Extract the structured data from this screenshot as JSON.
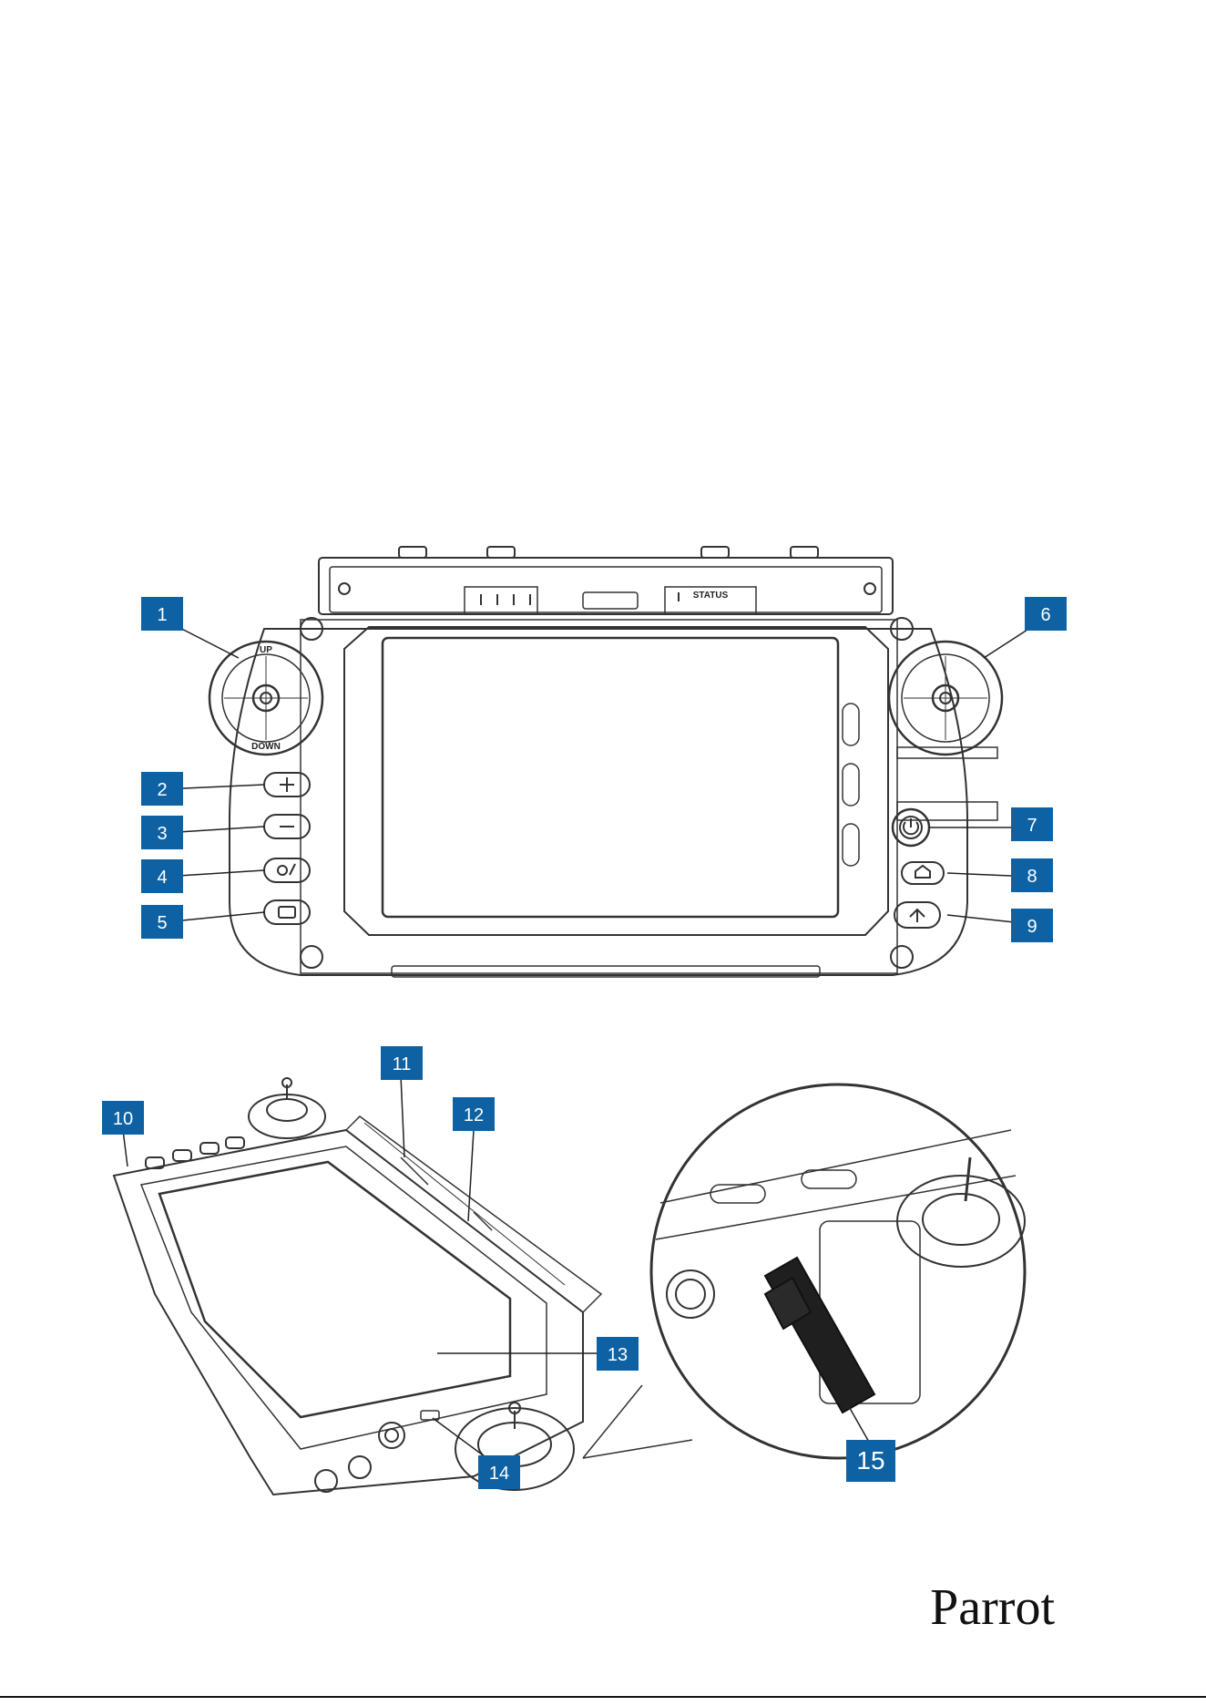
{
  "brand": {
    "name": "Parrot"
  },
  "device_labels": {
    "status": "STATUS",
    "up": "UP",
    "down": "DOWN"
  },
  "callouts": [
    {
      "number": "1",
      "meaning": "left joystick"
    },
    {
      "number": "2",
      "meaning": "plus button"
    },
    {
      "number": "3",
      "meaning": "minus button"
    },
    {
      "number": "4",
      "meaning": "camera/mode button"
    },
    {
      "number": "5",
      "meaning": "screenshot button"
    },
    {
      "number": "6",
      "meaning": "right joystick"
    },
    {
      "number": "7",
      "meaning": "power button"
    },
    {
      "number": "8",
      "meaning": "home button"
    },
    {
      "number": "9",
      "meaning": "takeoff/landing button"
    },
    {
      "number": "10",
      "meaning": "corner"
    },
    {
      "number": "11",
      "meaning": "slot"
    },
    {
      "number": "12",
      "meaning": "slot"
    },
    {
      "number": "13",
      "meaning": "indicator"
    },
    {
      "number": "14",
      "meaning": "usb port"
    },
    {
      "number": "15",
      "meaning": "usb cable"
    }
  ],
  "colors": {
    "callout_bg": "#0e62a3",
    "line": "#222222",
    "outline": "#333333"
  }
}
